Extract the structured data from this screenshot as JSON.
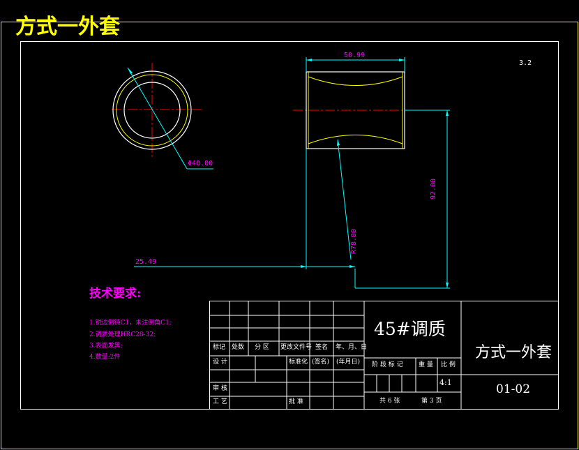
{
  "drawing_title": "方式一外套",
  "roughness": "3.2",
  "dimensions": {
    "diameter_view": "Φ40.00",
    "length": "50.99",
    "height": "92.00",
    "arc_radius": "R78.00",
    "offset": "25.49"
  },
  "tech_requirements": {
    "heading": "技术要求:",
    "items": [
      "1.锐边倒钝C1，未注倒角C1;",
      "2.调质处理HRC28-32;",
      "3.表面发黑;",
      "4.数量:2件"
    ]
  },
  "title_block": {
    "material": "45#调质",
    "part_name": "方式一外套",
    "drawing_number": "01-02",
    "scale": "4:1",
    "row_labels": {
      "mark": "标记",
      "count": "处数",
      "zone": "分 区",
      "change_doc": "更改文件号",
      "signature": "签名",
      "date": "年、月、日",
      "design": "设 计",
      "standardization": "标准化",
      "sign_paren": "(签名)",
      "date_paren": "(年月日)",
      "review": "审 核",
      "process": "工 艺",
      "approve": "批 准"
    },
    "stage_labels": {
      "stage_mark": "阶 段 标 记",
      "weight": "重 量",
      "scale_label": "比 例"
    },
    "sheet": {
      "total": "共 6 张",
      "current": "第 3 页"
    }
  },
  "colors": {
    "border": "#ffff00",
    "geometry": "#ffffff",
    "dimension": "#00ffff",
    "dim_text": "#ff00ff",
    "center": "#ff0000",
    "hidden": "#ffff00"
  }
}
